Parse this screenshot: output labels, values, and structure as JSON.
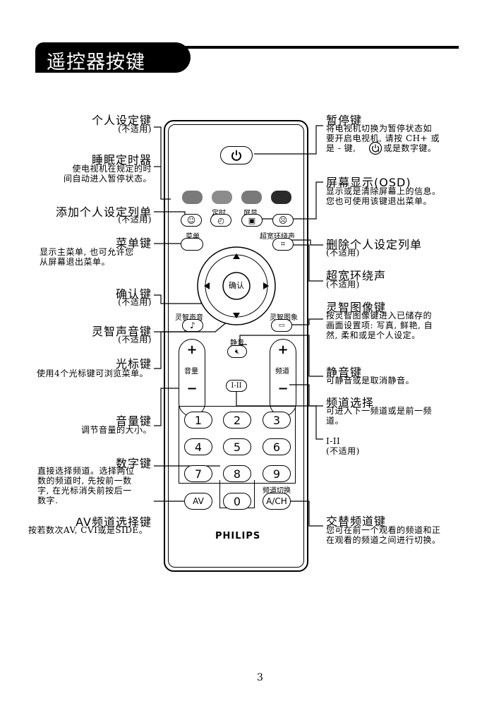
{
  "title": "遥控器按键",
  "page_number": "3",
  "brand": "PHILIPS",
  "left_annotations": [
    {
      "heading": "个人设定键",
      "text": "(不适用)"
    },
    {
      "heading": "睡眠定时器",
      "text": "使电视机在规定的时\n间自动进入暂停状态。"
    },
    {
      "heading": "添加个人设定列单",
      "text": "(不适用)"
    },
    {
      "heading": "菜单键",
      "text": "显示主菜单, 也可允许您\n从屏幕退出菜单。"
    },
    {
      "heading": "确认键",
      "text": "(不适用)"
    },
    {
      "heading": "灵智声音键",
      "text": "(不适用)"
    },
    {
      "heading": "光标键",
      "text": "使用4个光标键可浏览菜单。"
    },
    {
      "heading": "音量键",
      "text": "调节音量的大小。"
    },
    {
      "heading": "数字键",
      "text": "直接选择频道。选择两位\n数的频道时, 先按前一数\n字, 在光标消失前按后一\n数字."
    },
    {
      "heading": "AV频道选择键",
      "text": "按若数次AV, CVI或是SIDE。"
    }
  ],
  "right_annotations": [
    {
      "heading": "暂停键",
      "text": "将电视机切换为暂停状态如\n要开启电视机, 请按 CH+ 或\n是 - 键,       , 或是数字键。"
    },
    {
      "heading": "屏幕显示(OSD)",
      "text": "显示或是清除屏幕上的信息。\n您也可使用该键退出菜单。"
    },
    {
      "heading": "删除个人设定列单",
      "text": "(不适用)"
    },
    {
      "heading": "超宽环绕声",
      "text": "(不适用)"
    },
    {
      "heading": "灵智图像键",
      "text": "按灵智图像键进入已储存的\n画面设置项: 写真, 鲜艳, 自\n然, 柔和或是个人设定。"
    },
    {
      "heading": "静音键",
      "text": "可静音或是取消静音。"
    },
    {
      "heading": "频道选择",
      "text": "可进入下一频道或是前一频\n道。"
    },
    {
      "heading": "",
      "text": "I-II\n(不适用)"
    },
    {
      "heading": "交替频道键",
      "text": "您可在前一个观看的频道和正\n在观看的频道之间进行切换。"
    }
  ],
  "remote_labels": {
    "timer": "定时",
    "screen": "屏显",
    "menu": "菜单",
    "surround": "超宽环绕声",
    "ok": "确认",
    "smart_sound": "灵智声音",
    "smart_picture": "灵智图象",
    "mute": "静音",
    "volume": "音量",
    "channel": "频道",
    "plus": "+",
    "minus": "−",
    "dual": "I-II",
    "av": "AV",
    "ach": "A/CH",
    "ch_switch": "频道切换",
    "digits": [
      "1",
      "2",
      "3",
      "4",
      "5",
      "6",
      "7",
      "8",
      "9",
      "0"
    ]
  },
  "colors": {
    "color_buttons": [
      "#7a7a7a",
      "#8c8c8c",
      "#7a7a7a",
      "#2a2a2a"
    ]
  },
  "icons": [
    "power-icon",
    "smiley-add-icon",
    "clock-icon",
    "osd-icon",
    "smiley-remove-icon",
    "surround-icon",
    "arrow-up-icon",
    "arrow-down-icon",
    "arrow-left-icon",
    "arrow-right-icon",
    "music-note-icon",
    "picture-icon",
    "mute-icon"
  ]
}
